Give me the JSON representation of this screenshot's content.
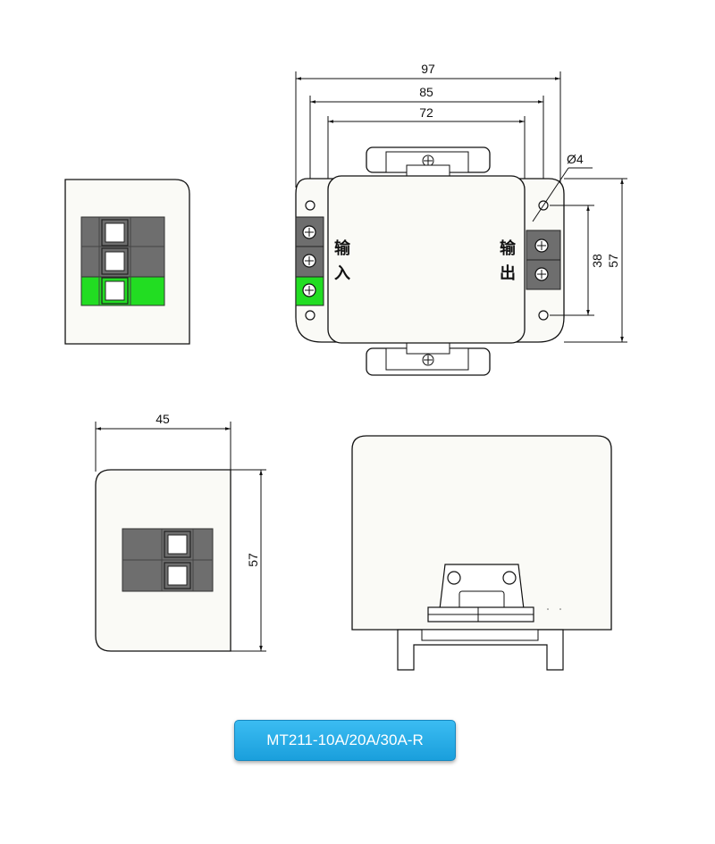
{
  "top_view": {
    "dim_width_overall": "97",
    "dim_width_holes": "85",
    "dim_width_body": "72",
    "dim_hole_diameter": "Ø4",
    "dim_height_holes": "38",
    "dim_height_overall": "57",
    "label_input": [
      "输",
      "入"
    ],
    "label_output": [
      "输",
      "出"
    ]
  },
  "side_view": {
    "dim_width": "45",
    "dim_height": "57"
  },
  "model": {
    "name": "MT211-10A/20A/30A-R",
    "badge_color": "#1a9fdc"
  },
  "colors": {
    "terminal_gray": "#6e6e6e",
    "terminal_green": "#22dd22"
  }
}
